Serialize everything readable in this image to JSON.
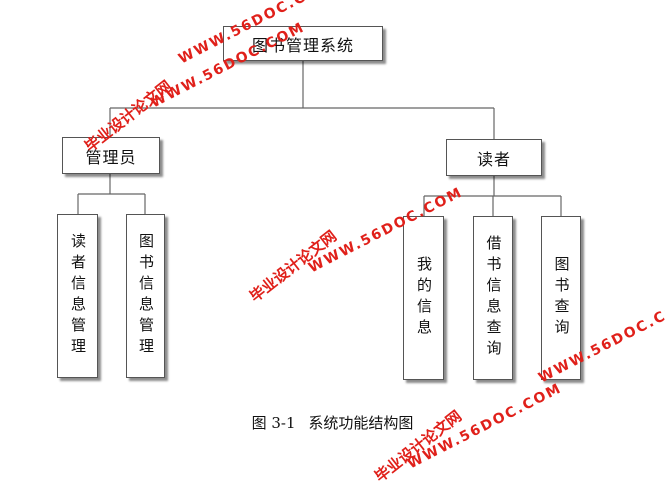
{
  "diagram": {
    "root": "图书管理系统",
    "admin": {
      "label": "管理员",
      "children": [
        "读者信息管理",
        "图书信息管理"
      ]
    },
    "reader": {
      "label": "读者",
      "children": [
        "我的信息",
        "借书信息查询",
        "图书查询"
      ]
    }
  },
  "caption": {
    "number": "图 3-1",
    "title": "系统功能结构图"
  },
  "watermarks": {
    "site_cn": "毕业设计论文网",
    "site_url": "WWW.56DOC.COM"
  },
  "colors": {
    "watermark": "#e0201a",
    "border": "#555555"
  }
}
